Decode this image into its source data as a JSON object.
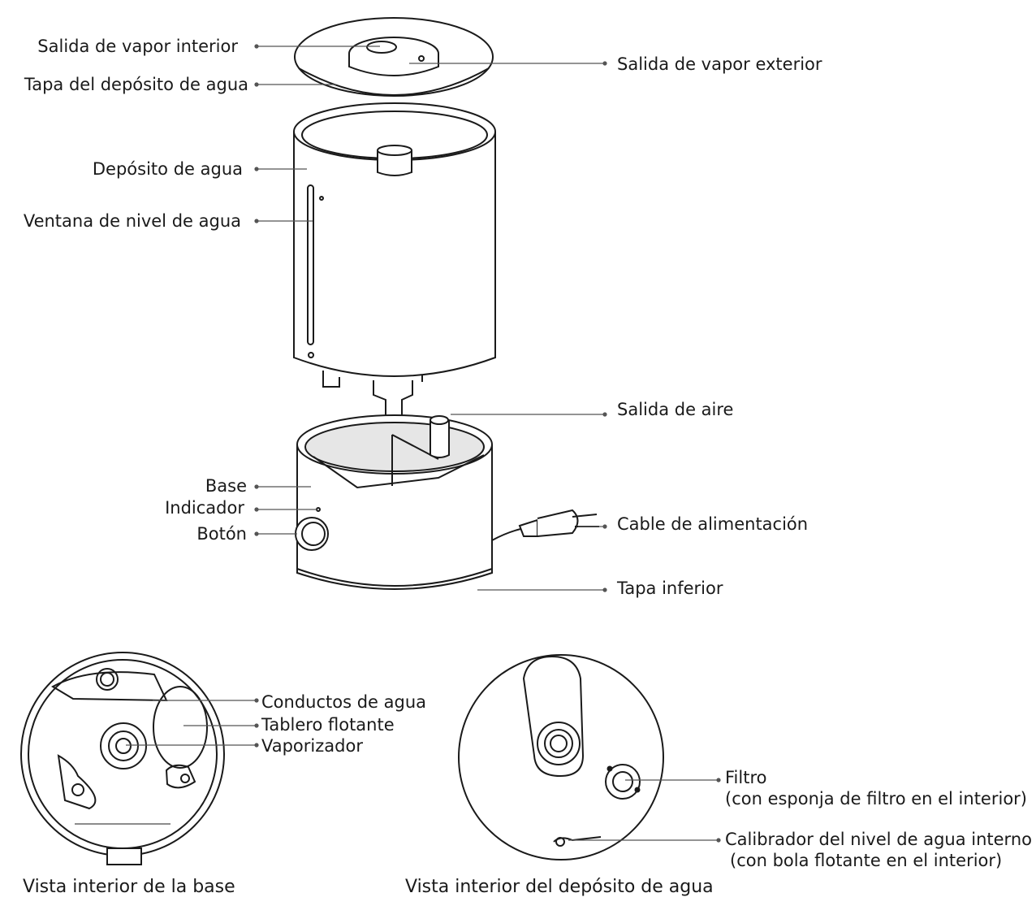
{
  "labels": {
    "inner_steam_outlet": "Salida de vapor interior",
    "tank_lid": "Tapa del depósito de agua",
    "outer_steam_outlet": "Salida de vapor exterior",
    "water_tank": "Depósito de agua",
    "water_level_window": "Ventana de nivel de agua",
    "air_outlet": "Salida de aire",
    "base": "Base",
    "indicator": "Indicador",
    "button": "Botón",
    "power_cable": "Cable de alimentación",
    "bottom_cover": "Tapa inferior",
    "water_ducts": "Conductos de agua",
    "float_board": "Tablero flotante",
    "atomizer": "Vaporizador",
    "filter": "Filtro",
    "filter_note": "(con esponja de filtro en el interior)",
    "water_level_gauge": "Calibrador del nivel de agua interno",
    "water_level_gauge_note": "(con bola flotante en el interior)"
  },
  "captions": {
    "base_interior": "Vista interior de la base",
    "tank_interior": "Vista interior del depósito de agua"
  },
  "colors": {
    "line": "#1a1a1a",
    "leader": "#555555",
    "fill": "#ffffff",
    "shade": "#e6e6e6"
  }
}
